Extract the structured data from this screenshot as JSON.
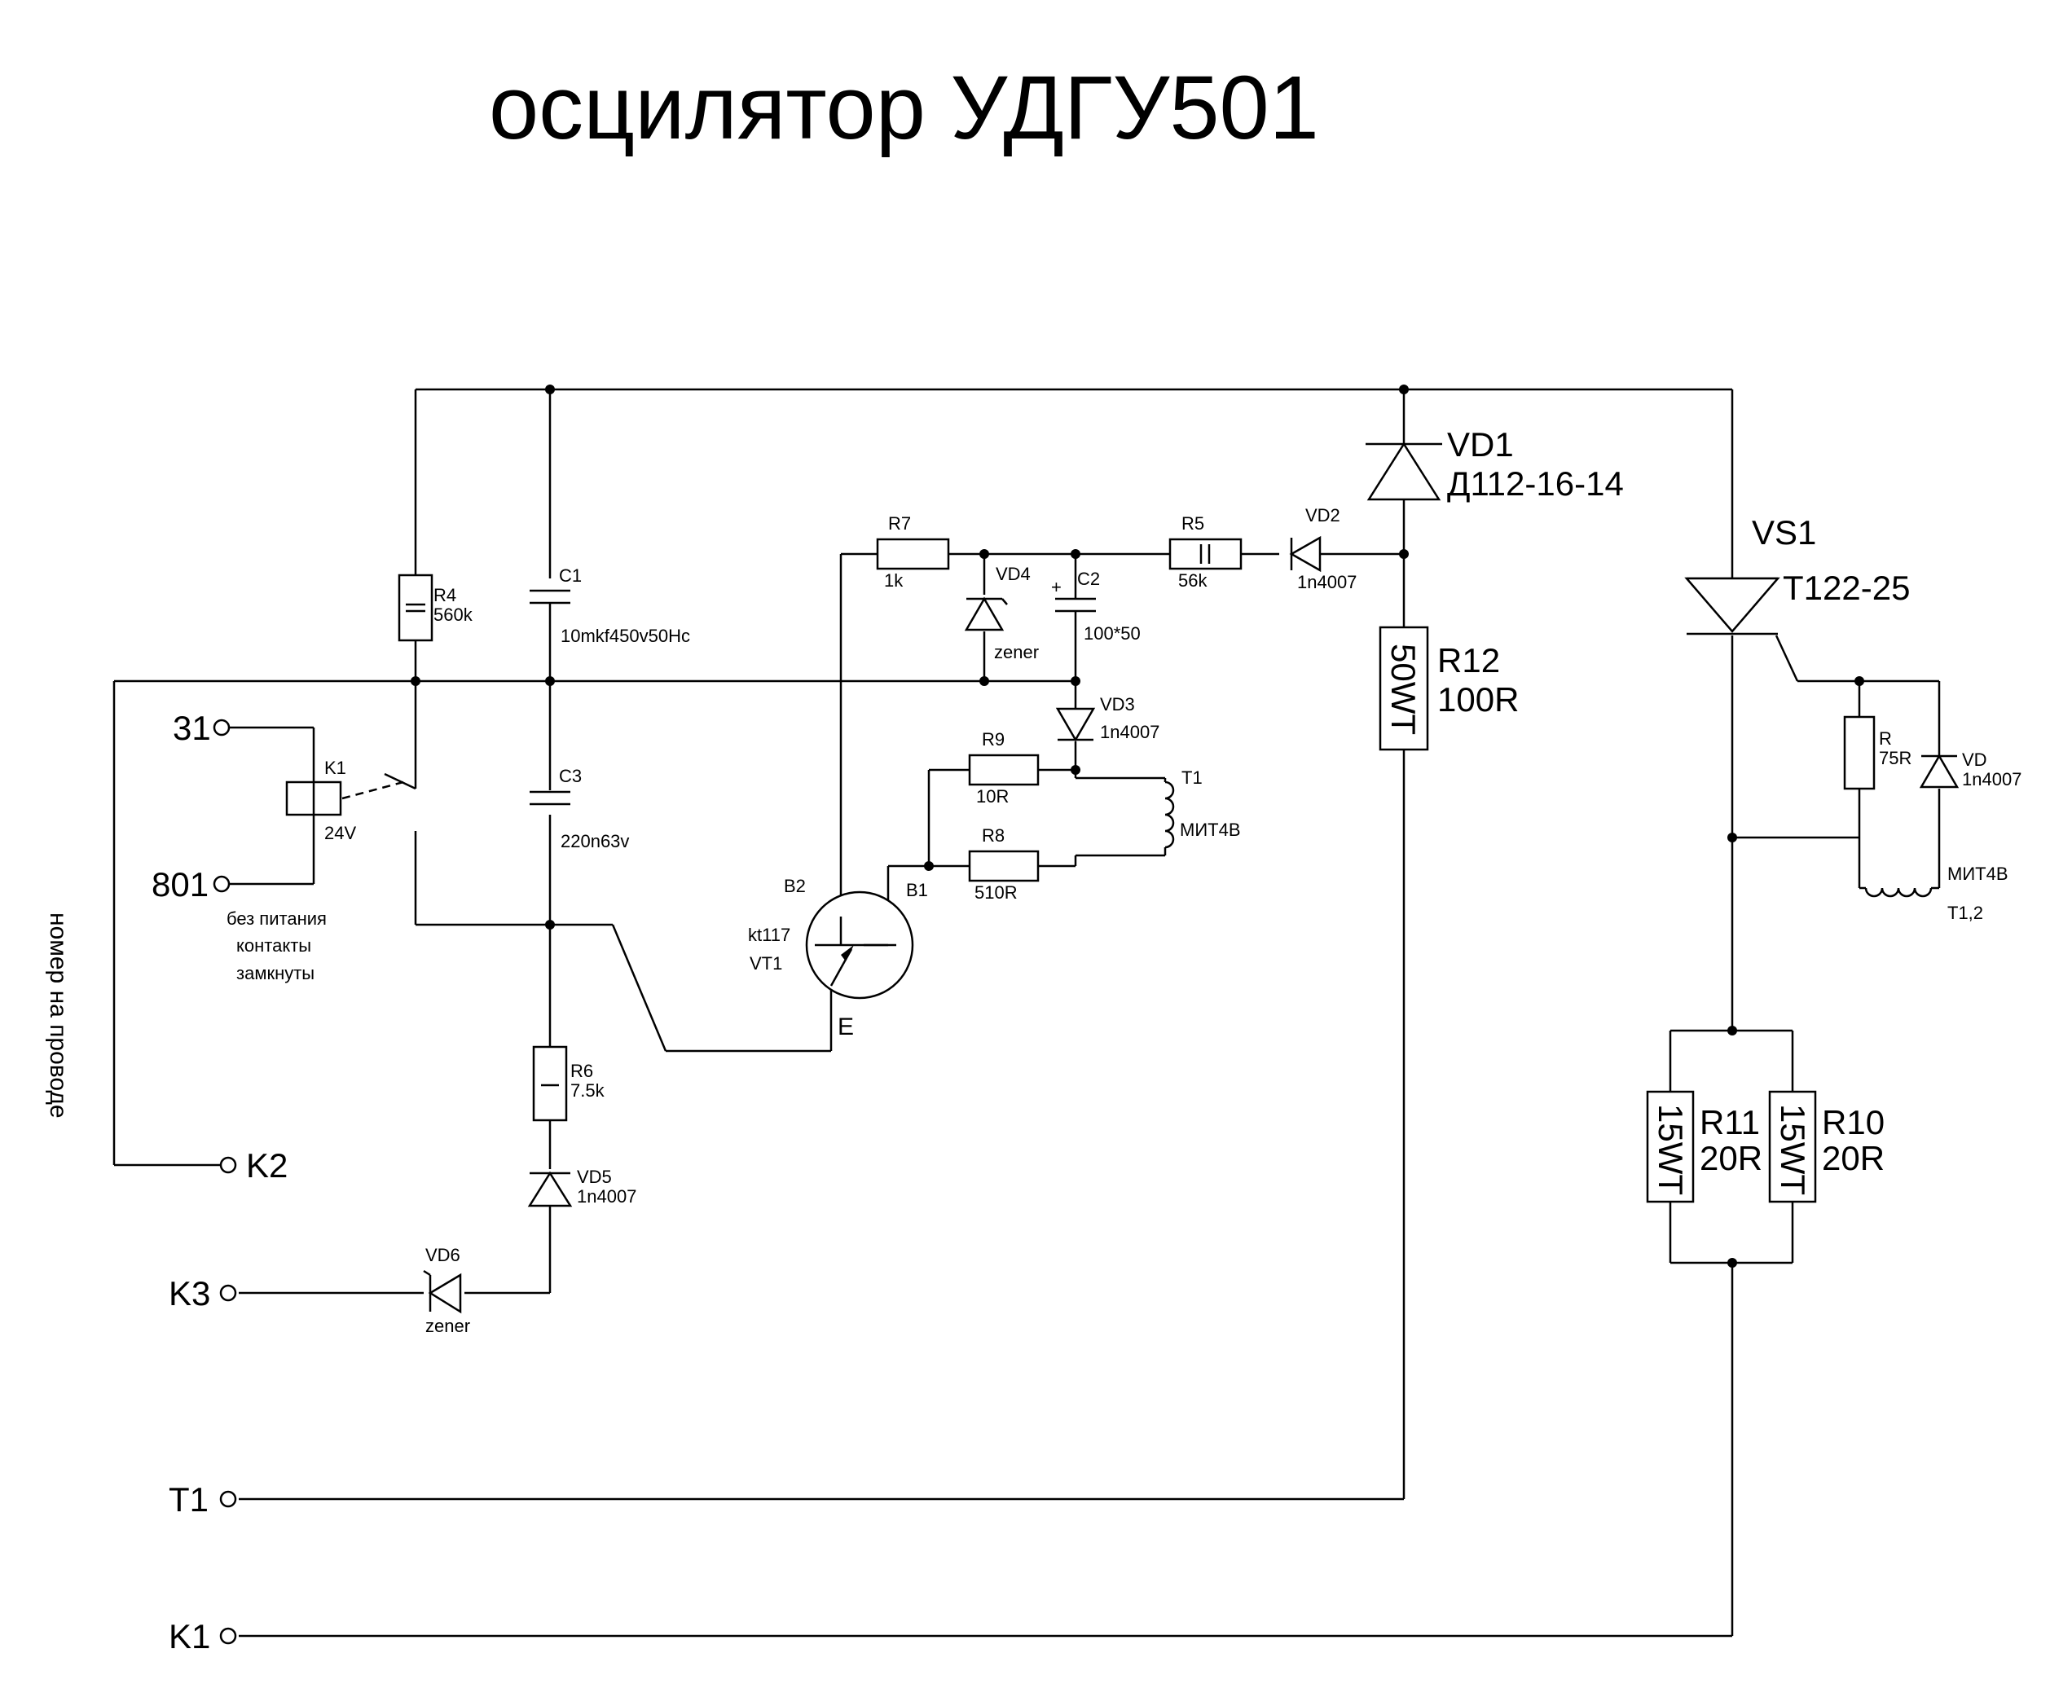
{
  "title": "осцилятор УДГУ501",
  "side_note": "номер на проводе",
  "terminals": {
    "t31": "31",
    "t801": "801",
    "k2": "K2",
    "k3": "K3",
    "t1": "T1",
    "k1": "K1"
  },
  "relay": {
    "name": "K1",
    "voltage": "24V",
    "note_line1": "без питания",
    "note_line2": "контакты",
    "note_line3": "замкнуты"
  },
  "components": {
    "R4": {
      "name": "R4",
      "value": "560k"
    },
    "C1": {
      "name": "C1",
      "value": "10mkf450v50Hc"
    },
    "C3": {
      "name": "C3",
      "value": "220n63v"
    },
    "R6": {
      "name": "R6",
      "value": "7.5k"
    },
    "VD5": {
      "name": "VD5",
      "value": "1n4007"
    },
    "VD6": {
      "name": "VD6",
      "value": "zener"
    },
    "R7": {
      "name": "R7",
      "value": "1k"
    },
    "VD4": {
      "name": "VD4",
      "value": "zener"
    },
    "C2": {
      "name": "C2",
      "value": "100*50",
      "polarity": "+"
    },
    "R5": {
      "name": "R5",
      "value": "56k"
    },
    "VD2": {
      "name": "VD2",
      "value": "1n4007"
    },
    "VD3": {
      "name": "VD3",
      "value": "1n4007"
    },
    "R9": {
      "name": "R9",
      "value": "10R"
    },
    "R8": {
      "name": "R8",
      "value": "510R"
    },
    "T1": {
      "name": "T1",
      "value": "МИТ4В"
    },
    "VT1": {
      "name": "VT1",
      "value": "kt117",
      "pin_b2": "B2",
      "pin_b1": "B1",
      "pin_e": "E"
    },
    "VD1": {
      "name": "VD1",
      "value": "Д112-16-14"
    },
    "R12": {
      "name": "R12",
      "value": "100R",
      "power": "50WT"
    },
    "VS1": {
      "name": "VS1",
      "value": "T122-25"
    },
    "R": {
      "name": "R",
      "value": "75R"
    },
    "VD": {
      "name": "VD",
      "value": "1n4007"
    },
    "T12": {
      "value": "МИТ4В",
      "name": "T1,2"
    },
    "R11": {
      "name": "R11",
      "value": "20R",
      "power": "15WT"
    },
    "R10": {
      "name": "R10",
      "value": "20R",
      "power": "15WT"
    }
  }
}
